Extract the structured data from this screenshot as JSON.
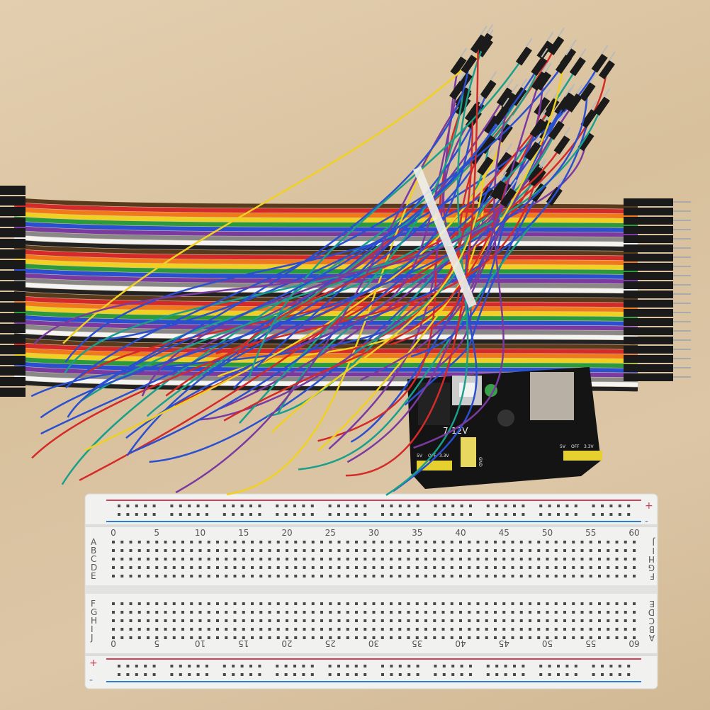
{
  "breadboard": {
    "top_numbers": [
      "0",
      "5",
      "10",
      "15",
      "20",
      "25",
      "30",
      "35",
      "40",
      "45",
      "50",
      "55",
      "60"
    ],
    "bottom_numbers": [
      "60",
      "55",
      "50",
      "45",
      "40",
      "35",
      "30",
      "25",
      "20",
      "15",
      "10",
      "5",
      "0"
    ],
    "rows_upper": [
      "A",
      "B",
      "C",
      "D",
      "E"
    ],
    "rows_lower": [
      "F",
      "G",
      "H",
      "I",
      "J"
    ],
    "right_rows_upper": [
      "J",
      "I",
      "H",
      "G",
      "F"
    ],
    "right_rows_lower": [
      "E",
      "D",
      "C",
      "B",
      "A"
    ],
    "rail_plus": "+",
    "rail_minus": "-",
    "rail_colors": {
      "plus": "#d0405a",
      "minus": "#2f7fd0"
    }
  },
  "power_module": {
    "input_label": "7-12V",
    "left_jumper_labels": [
      "5V",
      "OFF",
      "3.3V"
    ],
    "right_jumper_labels": [
      "5V",
      "OFF",
      "3.3V"
    ],
    "gnd_label": "GND"
  },
  "ribbon_colors": [
    "#5a3a1c",
    "#d42a2a",
    "#f07a1a",
    "#f0d020",
    "#2a9a3a",
    "#2a4fd0",
    "#7a3aa0",
    "#888888",
    "#f4f4f4",
    "#222222"
  ]
}
